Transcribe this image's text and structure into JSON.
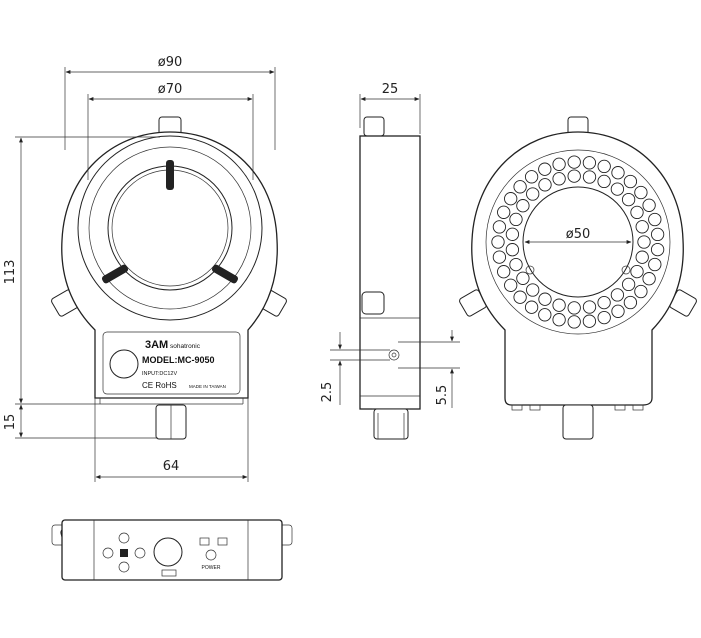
{
  "dimensions": {
    "outer_diameter": "ø90",
    "inner_diameter": "ø70",
    "height_total": "113",
    "height_base": "15",
    "width_base": "64",
    "depth": "25",
    "led_ring_diameter": "ø50",
    "offset_small": "2.5",
    "offset_large": "5.5"
  },
  "label_plate": {
    "brand": "3AM",
    "brand_sub": "sohatronic",
    "model": "MODEL:MC-9050",
    "input": "INPUT:DC12V",
    "compliance": "CE RoHS",
    "origin": "MADE IN TAIWAN"
  },
  "control_panel": {
    "power_label": "POWER"
  },
  "led_count": 60
}
